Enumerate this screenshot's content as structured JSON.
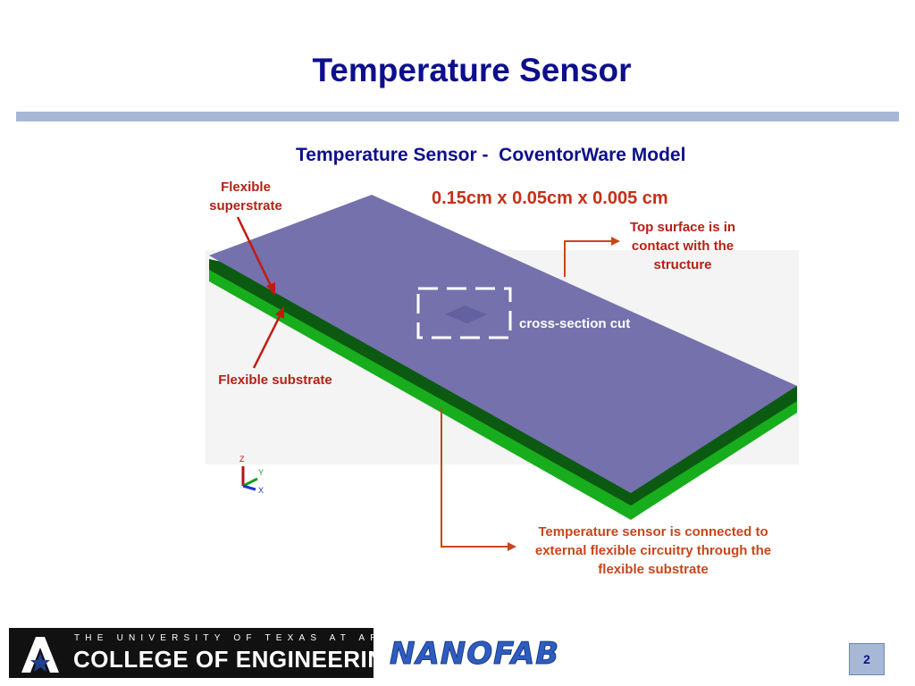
{
  "slide": {
    "title": "Temperature Sensor",
    "subtitle": "Temperature Sensor -  CoventorWare Model",
    "dimensions": "0.15cm x 0.05cm x 0.005 cm",
    "labels": {
      "superstrate_line1": "Flexible",
      "superstrate_line2": "superstrate",
      "substrate": "Flexible substrate",
      "top_surface_line1": "Top surface is in",
      "top_surface_line2": "contact with the",
      "top_surface_line3": "structure",
      "cross_section": "cross-section cut",
      "connected_line1": "Temperature sensor is connected to",
      "connected_line2": "external flexible circuitry through the",
      "connected_line3": "flexible substrate"
    },
    "axes": {
      "z": "Z",
      "y": "Y",
      "x": "X"
    },
    "page_number": "2"
  },
  "footer": {
    "university": "THE UNIVERSITY OF TEXAS AT ARLINGTON",
    "college": "COLLEGE OF ENGINEERING",
    "lab": "NANOFAB"
  },
  "colors": {
    "title": "#0d0f8c",
    "superstrate_top": "#7471ac",
    "dark_green_layer": "#0c5a12",
    "green_layer": "#17ad1c",
    "annotation_red": "#b52116",
    "rule": "#a7b8d6"
  }
}
